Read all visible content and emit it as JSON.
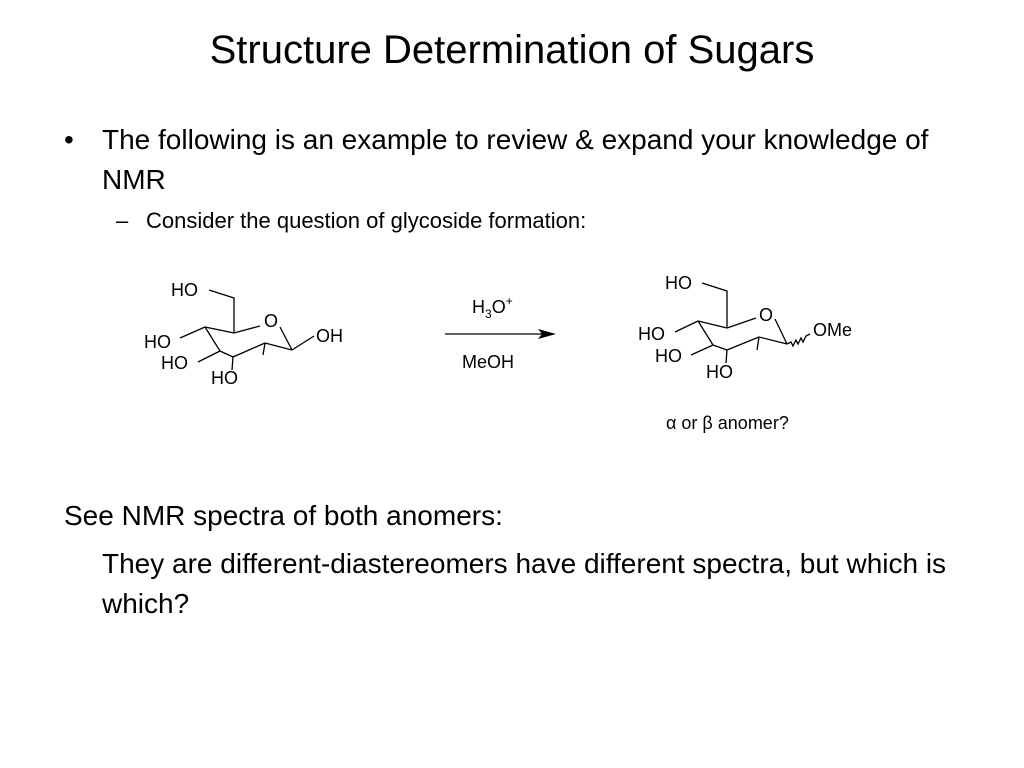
{
  "slide": {
    "title": "Structure Determination of Sugars",
    "bullet_symbol": "•",
    "bullet_text": "The following is an example to review & expand your knowledge of NMR",
    "sub_symbol": "–",
    "sub_text": "Consider the question of glycoside formation:",
    "see_text": "See NMR spectra of both anomers:",
    "diff_text": "They are different-diastereomers have different spectra, but which is which?"
  },
  "scheme": {
    "reactant": {
      "ho_top": "HO",
      "ring_o": "O",
      "oh": "OH",
      "ho_left": "HO",
      "ho_left2": "HO",
      "ho_bottom": "HO"
    },
    "reagent_h": "H",
    "reagent_sub": "3",
    "reagent_o": "O",
    "reagent_sup": "+",
    "reagent_bottom": "MeOH",
    "product": {
      "ho_top": "HO",
      "ring_o": "O",
      "ome": "OMe",
      "ho_left": "HO",
      "ho_left2": "HO",
      "ho_bottom": "HO"
    },
    "question_alpha": "α",
    "question_or": " or ",
    "question_beta": "β",
    "question_rest": " anomer?"
  }
}
